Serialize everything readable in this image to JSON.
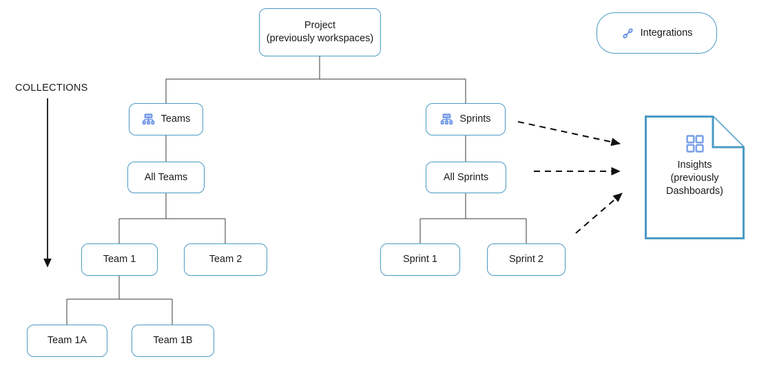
{
  "diagram": {
    "caption": "COLLECTIONS",
    "colors": {
      "node_border": "#4a9ac4",
      "connector": "#3a3a3a",
      "icon_blue": "#5b87e0",
      "icon_blue_light": "#a9c1f0",
      "text": "#1a1a1a",
      "document_border": "#4a9ac4"
    },
    "nodes": {
      "project": {
        "label": "Project\n(previously workspaces)"
      },
      "integrations": {
        "label": "Integrations",
        "icon": "link-chain-icon"
      },
      "teams": {
        "label": "Teams",
        "icon": "org-chart-icon"
      },
      "sprints": {
        "label": "Sprints",
        "icon": "org-chart-icon"
      },
      "all_teams": {
        "label": "All Teams"
      },
      "all_sprints": {
        "label": "All Sprints"
      },
      "team_1": {
        "label": "Team 1"
      },
      "team_2": {
        "label": "Team 2"
      },
      "sprint_1": {
        "label": "Sprint 1"
      },
      "sprint_2": {
        "label": "Sprint 2"
      },
      "team_1a": {
        "label": "Team 1A"
      },
      "team_1b": {
        "label": "Team 1B"
      },
      "insights": {
        "label": "Insights\n(previously\nDashboards)",
        "icon": "grid-four-squares-icon"
      }
    }
  }
}
